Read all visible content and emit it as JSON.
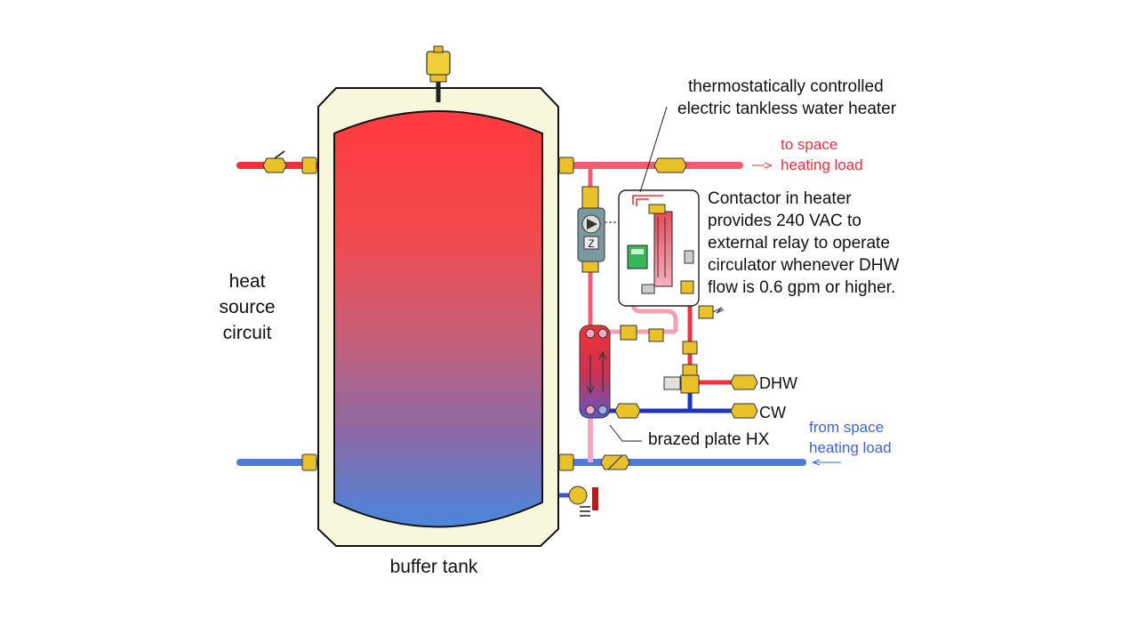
{
  "labels": {
    "heater_line1": "thermostatically controlled",
    "heater_line2": "electric tankless water heater",
    "to_load_line1": "to space",
    "to_load_line2": "heating load",
    "contactor_lines": [
      "Contactor in heater",
      "provides 240 VAC to",
      "external relay to operate",
      "circulator whenever DHW",
      "flow is 0.6 gpm or higher."
    ],
    "heat_source_lines": [
      "heat",
      "source",
      "circuit"
    ],
    "dhw": "DHW",
    "cw": "CW",
    "from_load_line1": "from space",
    "from_load_line2": "heating load",
    "brazed_hx": "brazed plate HX",
    "buffer_tank": "buffer tank"
  },
  "colors": {
    "hot": "#f2323e",
    "hot_pipe": "#f0464f",
    "supply_pink": "#f45a72",
    "cold": "#4a78d6",
    "cold_dark": "#1b35c0",
    "light_pink": "#f5a0b2",
    "tank_jacket": "#f7f7dc",
    "brass": "#e8c228",
    "label_red": "#ee2f3b",
    "label_blue": "#3f64d8"
  },
  "icons": [
    "air-vent-icon",
    "ball-valve-icon",
    "union-fitting-icon",
    "circulator-pump-icon",
    "check-valve-icon",
    "relief-valve-icon",
    "mixing-valve-icon",
    "drain-valve-icon",
    "plate-heat-exchanger-icon"
  ]
}
